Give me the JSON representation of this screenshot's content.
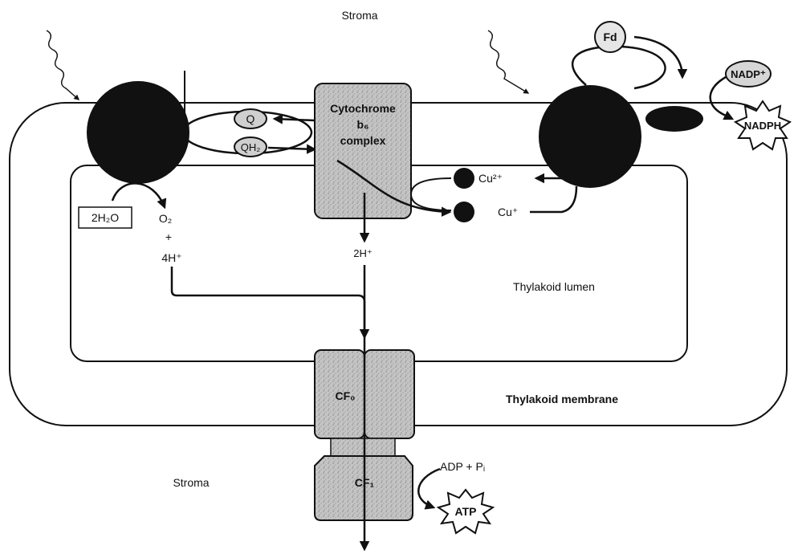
{
  "labels": {
    "stroma_top": "Stroma",
    "stroma_bottom": "Stroma",
    "thylakoid_lumen": "Thylakoid lumen",
    "thylakoid_membrane": "Thylakoid membrane",
    "water": "2H₂O",
    "oxygen": "O₂",
    "plus": "+",
    "protons_ps2": "4H⁺",
    "protons_cyt": "2H⁺",
    "cytochrome_line1": "Cytochrome",
    "cytochrome_line2": "b₆",
    "cytochrome_line3": "complex",
    "q": "Q",
    "qh2": "QH₂",
    "cu2": "Cu²⁺",
    "cu1": "Cu⁺",
    "fd": "Fd",
    "nadp": "NADP⁺",
    "nadph": "NADPH",
    "cf0": "CF₀",
    "cf1": "CF₁",
    "adp": "ADP + Pᵢ",
    "atp": "ATP"
  },
  "colors": {
    "ink": "#111111",
    "complex_fill": "#bdbdbd",
    "background": "#ffffff"
  }
}
